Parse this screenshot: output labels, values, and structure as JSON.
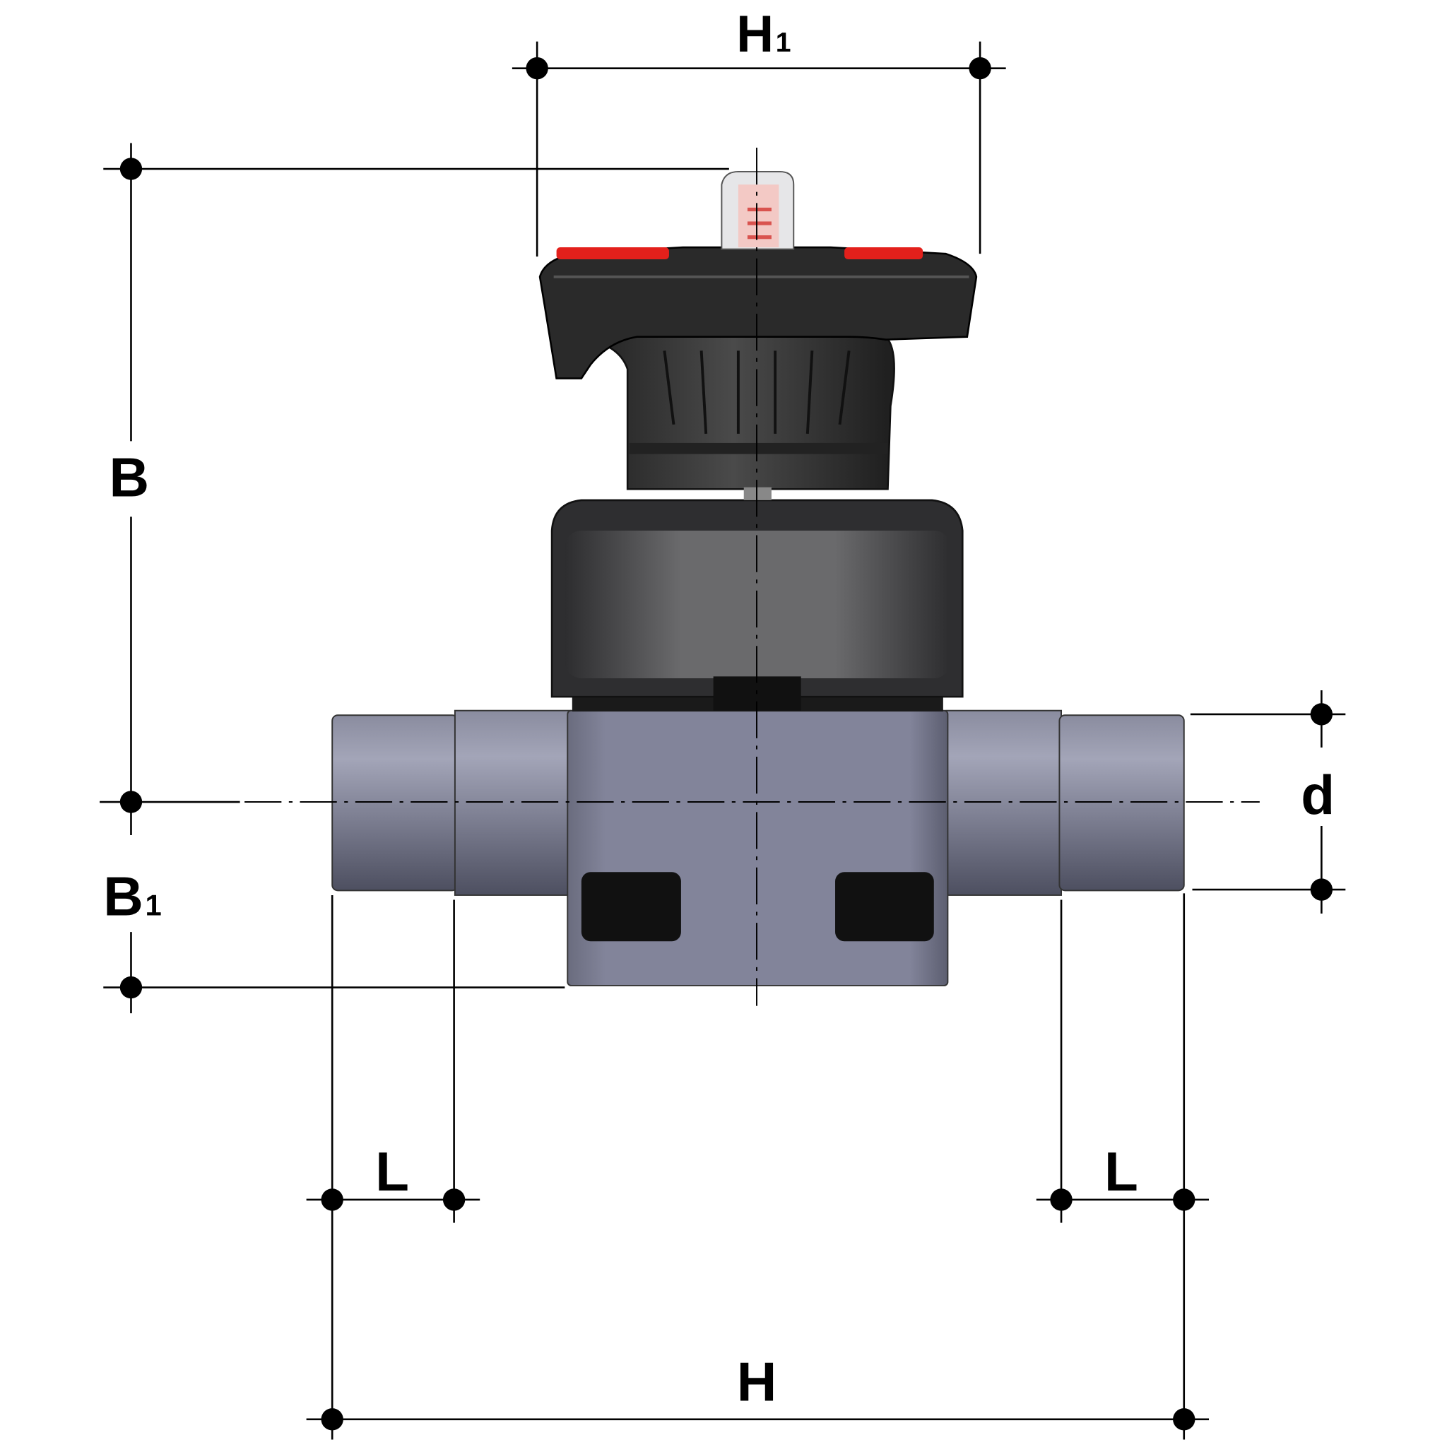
{
  "labels": {
    "h1_main": "H",
    "h1_sub": "1",
    "b": "B",
    "b1_main": "B",
    "b1_sub": "1",
    "d": "d",
    "l_left": "L",
    "l_right": "L",
    "h": "H"
  },
  "colors": {
    "pipe_light": "#a3a5b8",
    "pipe_dark": "#4d4f60",
    "bonnet": "#3a3a3c",
    "handwheel": "#2a2a2a",
    "accent_red": "#e3201b"
  }
}
